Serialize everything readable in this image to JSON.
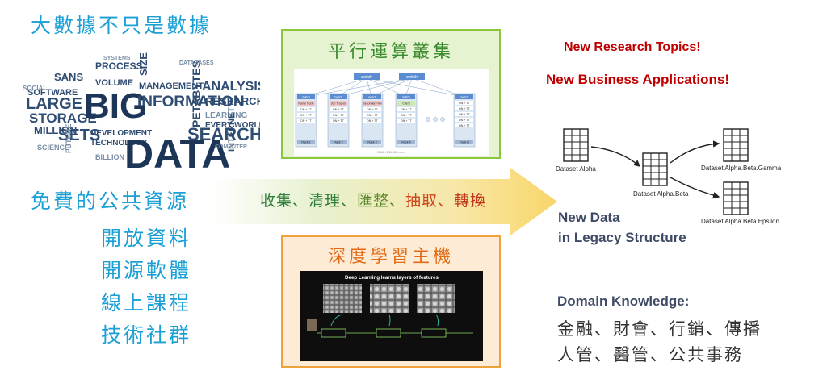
{
  "left": {
    "title": "大數據不只是數據",
    "free_title": "免費的公共資源",
    "free_items": [
      "開放資料",
      "開源軟體",
      "線上課程",
      "技術社群"
    ]
  },
  "wordcloud": {
    "main_words": [
      "BIG",
      "DATA",
      "INFORMATION",
      "LARGE",
      "STORAGE",
      "SETS",
      "MILLION",
      "SEARCH",
      "PETABYTES",
      "ANALYSIS"
    ]
  },
  "arrow": {
    "parts": [
      {
        "text": "收集、",
        "color": "#2f7f3a"
      },
      {
        "text": "清理、",
        "color": "#2f7f3a"
      },
      {
        "text": "匯整、",
        "color": "#5a8a2e"
      },
      {
        "text": "抽取、",
        "color": "#d0451b"
      },
      {
        "text": "轉換",
        "color": "#c0351b"
      }
    ]
  },
  "cluster": {
    "title": "平行運算叢集",
    "switch_label": "switch",
    "racks": [
      {
        "name": "Name Node",
        "footer": "Rack 1"
      },
      {
        "name": "Job Tracker",
        "footer": "Rack 2"
      },
      {
        "name": "Secondary NN",
        "footer": "Rack 3"
      },
      {
        "name": "Client",
        "footer": "Rack 4"
      },
      {
        "name": "",
        "footer": "Rack N"
      }
    ],
    "dn_tt": "DN + TT",
    "credit": "BRAD HEDLUND .com"
  },
  "dl": {
    "title": "深度學習主機",
    "caption": "Deep Learning learns layers of features"
  },
  "right": {
    "new_research": "New Research Topics!",
    "new_business": "New Business Applications!",
    "datasets": [
      "Dataset Alpha",
      "Dataset Alpha.Beta",
      "Dataset Alpha.Beta.Gamma",
      "Dataset Alpha.Beta.Epsilon"
    ],
    "new_data_line1": "New Data",
    "new_data_line2": "in Legacy Structure",
    "domain_knowledge": "Domain Knowledge:",
    "dk_line1": "金融、財會、行銷、傳播",
    "dk_line2": "人管、醫管、公共事務"
  },
  "colors": {
    "accent_blue": "#1a9fd6",
    "cluster_border": "#8cc63f",
    "dl_border": "#f0a13c",
    "red": "#c00000",
    "navy": "#3f4a66"
  }
}
